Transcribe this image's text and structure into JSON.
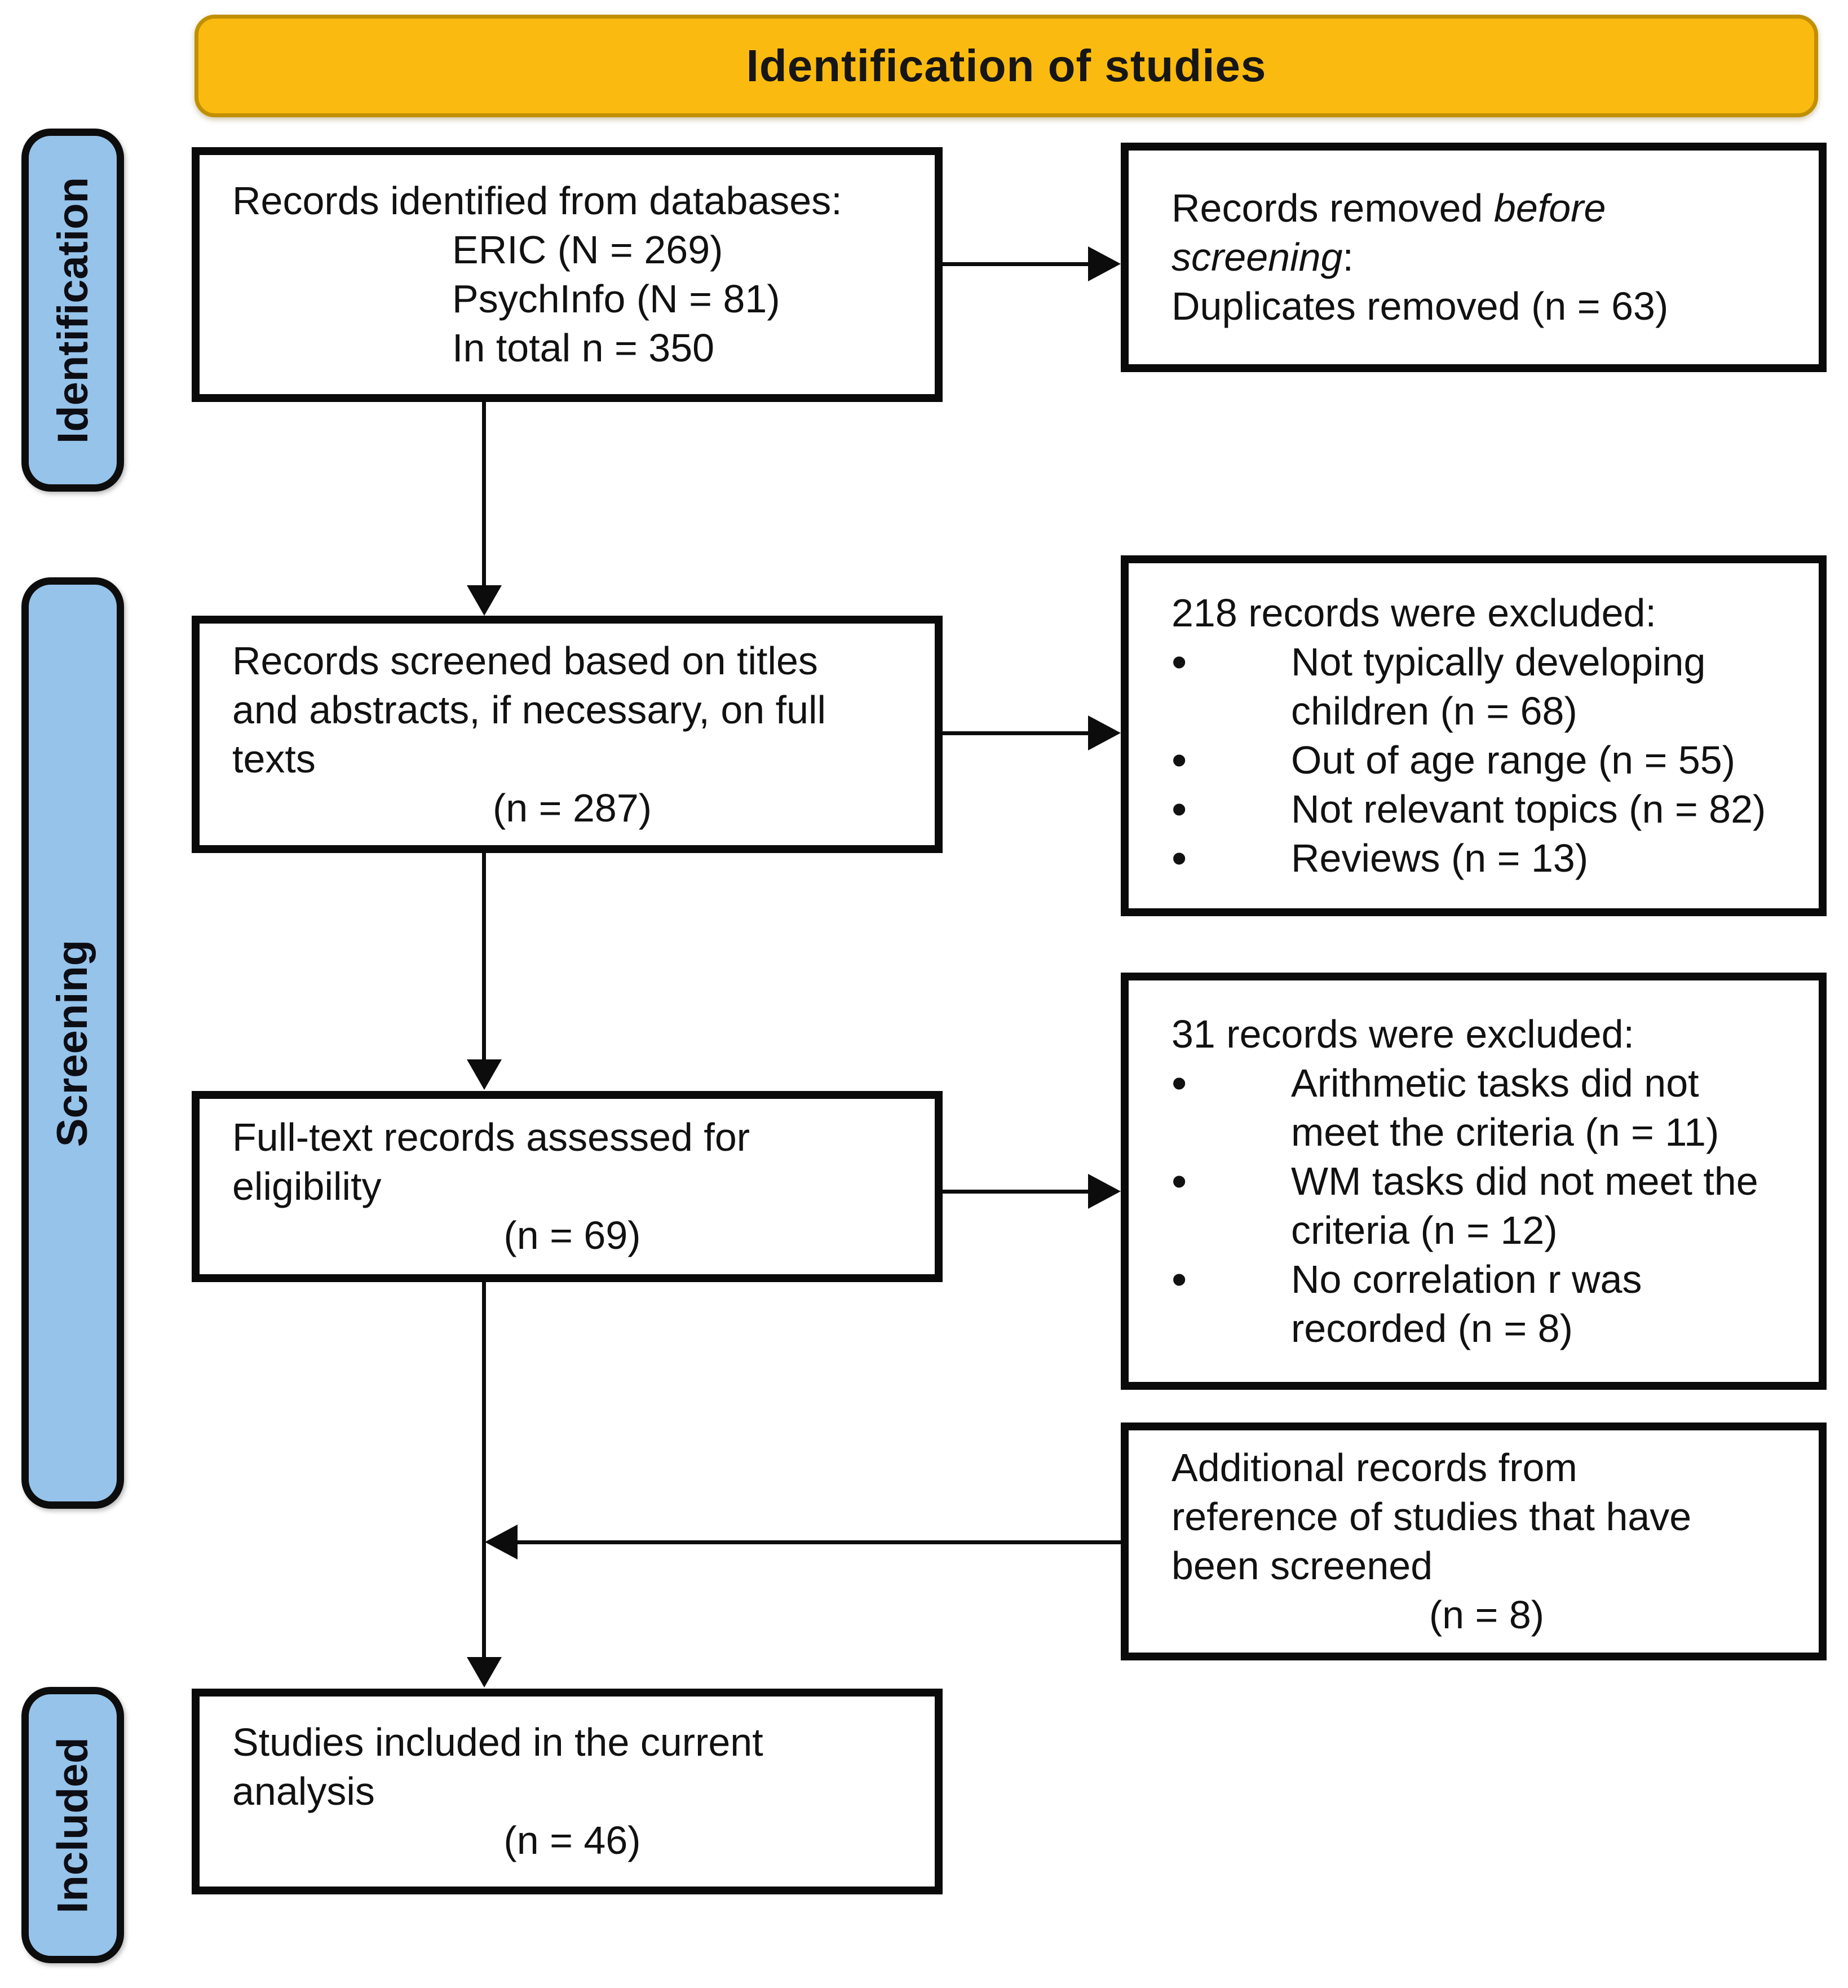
{
  "banner": {
    "title": "Identification of studies"
  },
  "stages": {
    "identification": "Identification",
    "screening": "Screening",
    "included": "Included"
  },
  "boxes": {
    "identified": {
      "lines": {
        "0": "Records identified from databases:",
        "1": "ERIC (N = 269)",
        "2": "PsychInfo (N = 81)",
        "3": "In total n = 350"
      }
    },
    "removed": {
      "l1_pre": "Records removed ",
      "l1_em": "before",
      "l2_em": "screening",
      "l2_post": ":",
      "l3": "Duplicates removed (n = 63)"
    },
    "screened": {
      "lines": {
        "0": "Records screened based on titles",
        "1": "and abstracts, if necessary, on full",
        "2": "texts"
      },
      "n": "(n = 287)"
    },
    "excluded218": {
      "title": "218 records were excluded:",
      "bullets": [
        {
          "l1": "Not typically developing",
          "l2": "children (n = 68)"
        },
        {
          "l1": "Out of age range (n = 55)",
          "l2": ""
        },
        {
          "l1": "Not relevant topics (n = 82)",
          "l2": ""
        },
        {
          "l1": "Reviews (n = 13)",
          "l2": ""
        }
      ]
    },
    "fulltext": {
      "lines": {
        "0": "Full-text records assessed for",
        "1": "eligibility"
      },
      "n": "(n = 69)"
    },
    "excluded31": {
      "title": "31 records were excluded:",
      "bullets": [
        {
          "l1": "Arithmetic tasks did not",
          "l2": "meet the criteria (n = 11)"
        },
        {
          "l1": "WM tasks did not meet the",
          "l2": "criteria (n = 12)"
        },
        {
          "l1": "No correlation r was",
          "l2": "recorded (n = 8)"
        }
      ]
    },
    "additional": {
      "lines": {
        "0": "Additional records from",
        "1": "reference of studies that have",
        "2": "been screened"
      },
      "n": "(n = 8)"
    },
    "included": {
      "lines": {
        "0": "Studies included in the current",
        "1": "analysis"
      },
      "n": "(n = 46)"
    }
  },
  "colors": {
    "banner_fill": "#FBBA10",
    "banner_border": "#C09000",
    "stage_fill": "#95C3EA",
    "box_border": "#0A0A0A",
    "text": "#111111"
  }
}
